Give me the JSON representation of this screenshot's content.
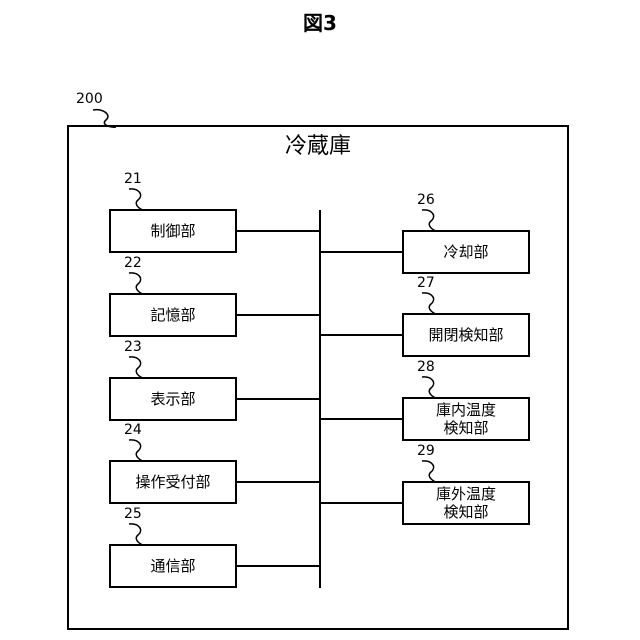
{
  "figure_label": "図3",
  "container": {
    "ref": "200",
    "title": "冷蔵庫"
  },
  "left_blocks": [
    {
      "ref": "21",
      "lines": [
        "制御部"
      ]
    },
    {
      "ref": "22",
      "lines": [
        "記憶部"
      ]
    },
    {
      "ref": "23",
      "lines": [
        "表示部"
      ]
    },
    {
      "ref": "24",
      "lines": [
        "操作受付部"
      ]
    },
    {
      "ref": "25",
      "lines": [
        "通信部"
      ]
    }
  ],
  "right_blocks": [
    {
      "ref": "26",
      "lines": [
        "冷却部"
      ]
    },
    {
      "ref": "27",
      "lines": [
        "開閉検知部"
      ]
    },
    {
      "ref": "28",
      "lines": [
        "庫内温度",
        "検知部"
      ]
    },
    {
      "ref": "29",
      "lines": [
        "庫外温度",
        "検知部"
      ]
    }
  ]
}
